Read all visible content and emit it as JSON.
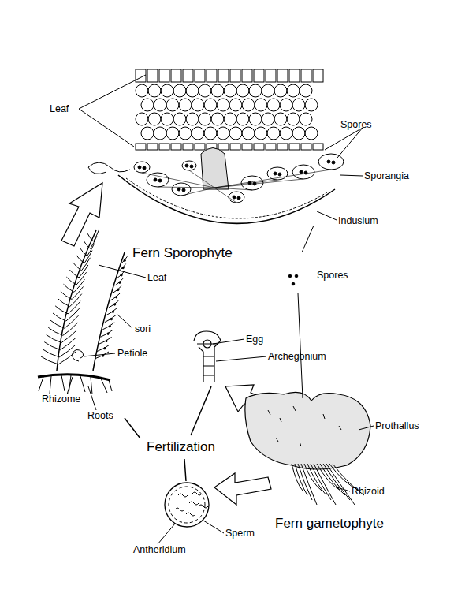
{
  "diagram": {
    "labels": [
      "Leaf",
      "Spores",
      "Sporangia",
      "Indusium",
      "Fern Sporophyte",
      "Leaf",
      "Spores",
      "sori",
      "Egg",
      "Petiole",
      "Archegonium",
      "Rhizome",
      "Roots",
      "Prothallus",
      "Fertilization",
      "Rhizoid",
      "Fern gametophyte",
      "Sperm",
      "Antheridium"
    ]
  }
}
